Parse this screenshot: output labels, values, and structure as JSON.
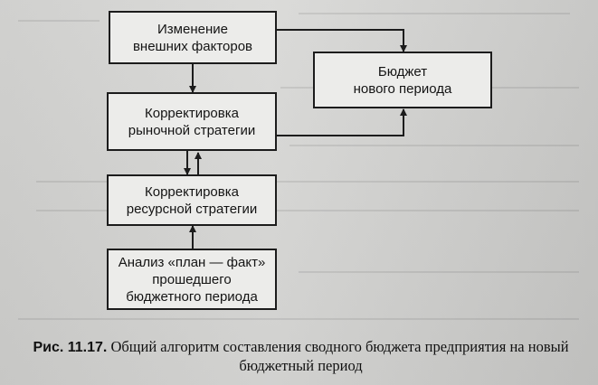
{
  "diagram": {
    "nodes": [
      {
        "id": "external",
        "label": "Изменение\nвнешних факторов"
      },
      {
        "id": "budget",
        "label": "Бюджет\nнового периода"
      },
      {
        "id": "market",
        "label": "Корректировка\nрыночной стратегии"
      },
      {
        "id": "resource",
        "label": "Корректировка\nресурсной стратегии"
      },
      {
        "id": "analysis",
        "label": "Анализ «план — факт»\nпрошедшего\nбюджетного периода"
      }
    ],
    "edges": [
      {
        "from": "external",
        "to": "market"
      },
      {
        "from": "external",
        "to": "budget"
      },
      {
        "from": "market",
        "to": "budget"
      },
      {
        "from": "market",
        "to": "resource"
      },
      {
        "from": "resource",
        "to": "market"
      },
      {
        "from": "analysis",
        "to": "resource"
      }
    ]
  },
  "caption": {
    "number": "Рис. 11.17.",
    "text": "Общий алгоритм составления сводного бюджета предприятия на новый бюджетный период"
  }
}
